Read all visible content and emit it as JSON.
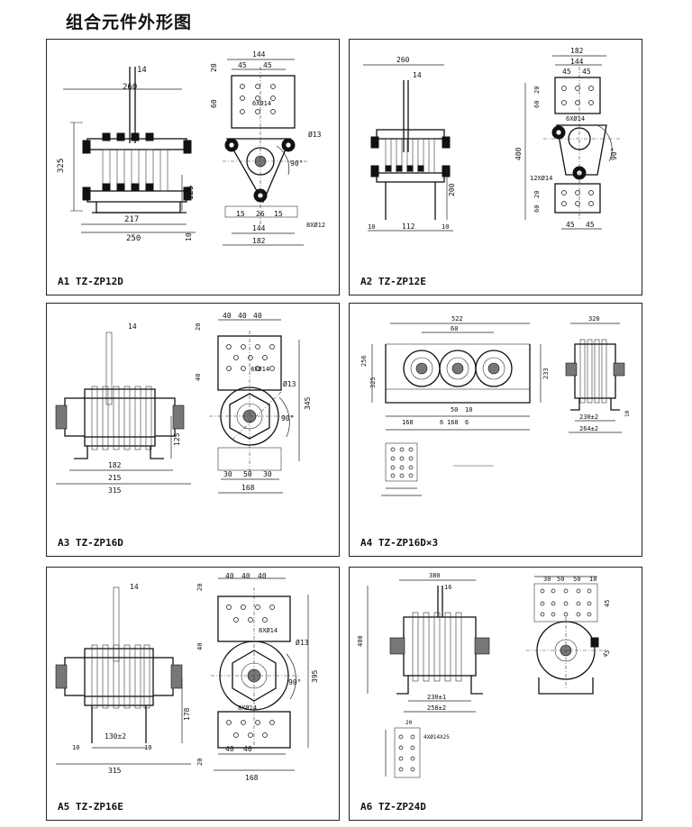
{
  "page_title": "组合元件外形图",
  "panels": [
    {
      "caption": "A1 TZ-ZP12D",
      "dims": [
        "14",
        "260",
        "325",
        "217",
        "250",
        "125",
        "10",
        "20",
        "144",
        "45",
        "45",
        "6XØ14",
        "60",
        "Ø13",
        "90°",
        "15",
        "26",
        "15",
        "8XØ12",
        "144",
        "182"
      ]
    },
    {
      "caption": "A2 TZ-ZP12E",
      "dims": [
        "260",
        "14",
        "200",
        "10",
        "112",
        "10",
        "182",
        "144",
        "45",
        "45",
        "6XØ14",
        "20",
        "60",
        "400",
        "12XØ14",
        "90°",
        "20",
        "60",
        "45",
        "45"
      ]
    },
    {
      "caption": "A3 TZ-ZP16D",
      "dims": [
        "14",
        "125",
        "182",
        "215",
        "315",
        "20",
        "40",
        "40",
        "40",
        "40",
        "8XØ14",
        "Ø13",
        "90°",
        "345",
        "30",
        "50",
        "30",
        "168"
      ]
    },
    {
      "caption": "A4 TZ-ZP16D×3",
      "dims": [
        "522",
        "60",
        "256",
        "325",
        "233",
        "168",
        "6",
        "168",
        "6",
        "50",
        "10",
        "320",
        "230±2",
        "264±2",
        "10"
      ]
    },
    {
      "caption": "A5 TZ-ZP16E",
      "dims": [
        "14",
        "178",
        "130±2",
        "10",
        "10",
        "315",
        "20",
        "40",
        "40",
        "40",
        "8XØ14",
        "40",
        "Ø13",
        "90°",
        "395",
        "8XØ14",
        "40",
        "40",
        "20",
        "168"
      ]
    },
    {
      "caption": "A6 TZ-ZP24D",
      "dims": [
        "380",
        "16",
        "400",
        "230±1",
        "258±2",
        "20",
        "30",
        "50",
        "50",
        "10",
        "45",
        "45",
        "4XØ14X25"
      ]
    }
  ]
}
